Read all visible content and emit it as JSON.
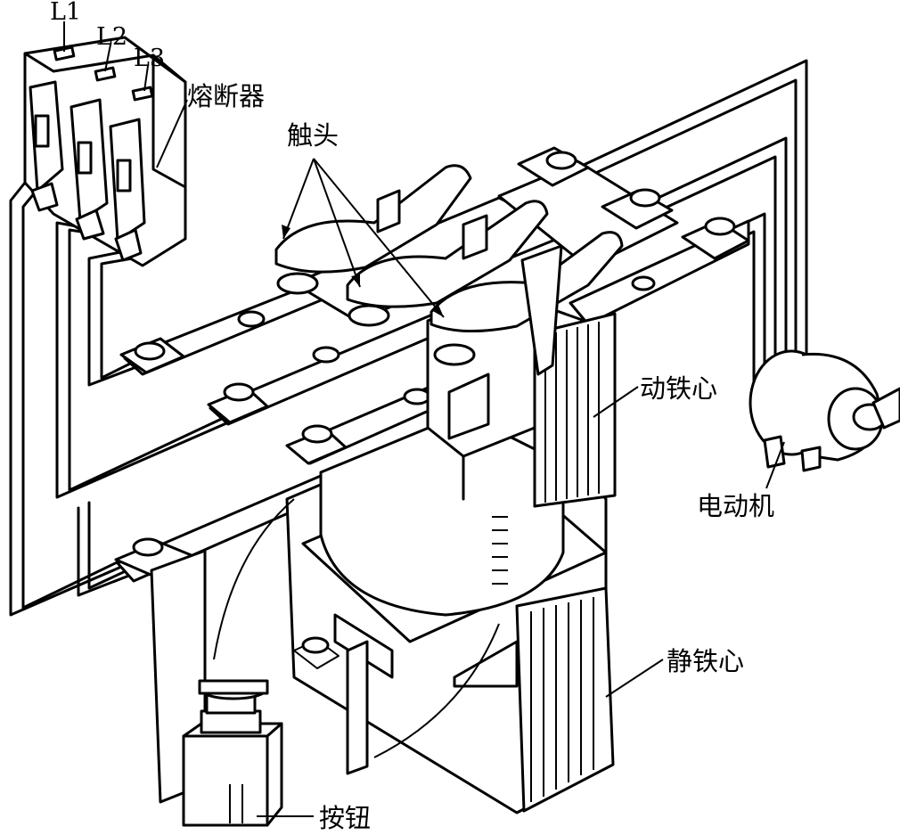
{
  "labels": {
    "l1": "L1",
    "l2": "L2",
    "l3": "L3",
    "fuse": "熔断器",
    "contacts": "触头",
    "moving_core": "动铁心",
    "motor": "电动机",
    "static_core": "静铁心",
    "button": "按钮"
  },
  "colors": {
    "ink": "#000000",
    "paper": "#ffffff"
  }
}
